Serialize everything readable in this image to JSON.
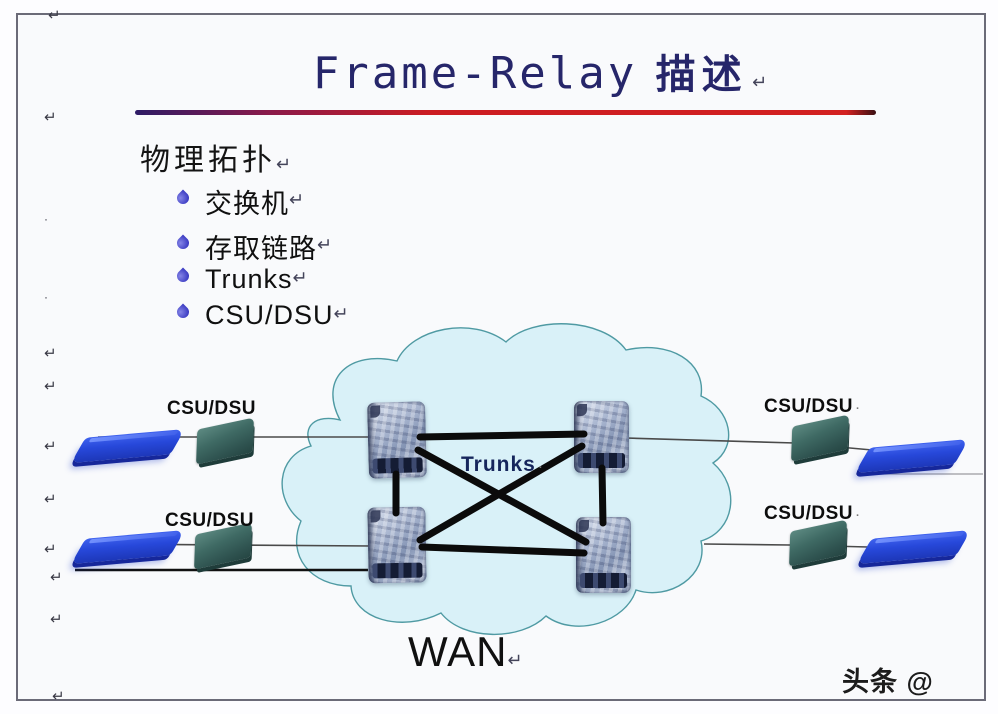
{
  "title": {
    "en": "Frame-Relay",
    "cn": "描述"
  },
  "heading": "物理拓扑",
  "bullets": [
    "交换机",
    "存取链路",
    "Trunks",
    "CSU/DSU"
  ],
  "diagram": {
    "csu_dsu_label": "CSU/DSU",
    "trunks_label": "Trunks",
    "wan_label": "WAN",
    "node_icons": [
      "wan-switch",
      "wan-switch",
      "wan-switch",
      "wan-switch"
    ],
    "edge_devices": [
      "router",
      "csu-dsu",
      "csu-dsu",
      "router",
      "router",
      "csu-dsu",
      "csu-dsu",
      "router"
    ]
  },
  "marks": {
    "return": "↵",
    "dot": "·"
  },
  "watermark": "头条 @",
  "colors": {
    "title_text": "#26266a",
    "rule_left": "#2e1b66",
    "rule_right": "#d32121",
    "cloud_fill": "#d9f1f8",
    "cloud_stroke": "#4f9aa3",
    "router_blue": "#2748da",
    "csu_teal": "#3f6a64",
    "bullet_drop": "#3a3ac2",
    "mesh_line": "#0b0b0b",
    "access_line": "#4a4a4a"
  }
}
